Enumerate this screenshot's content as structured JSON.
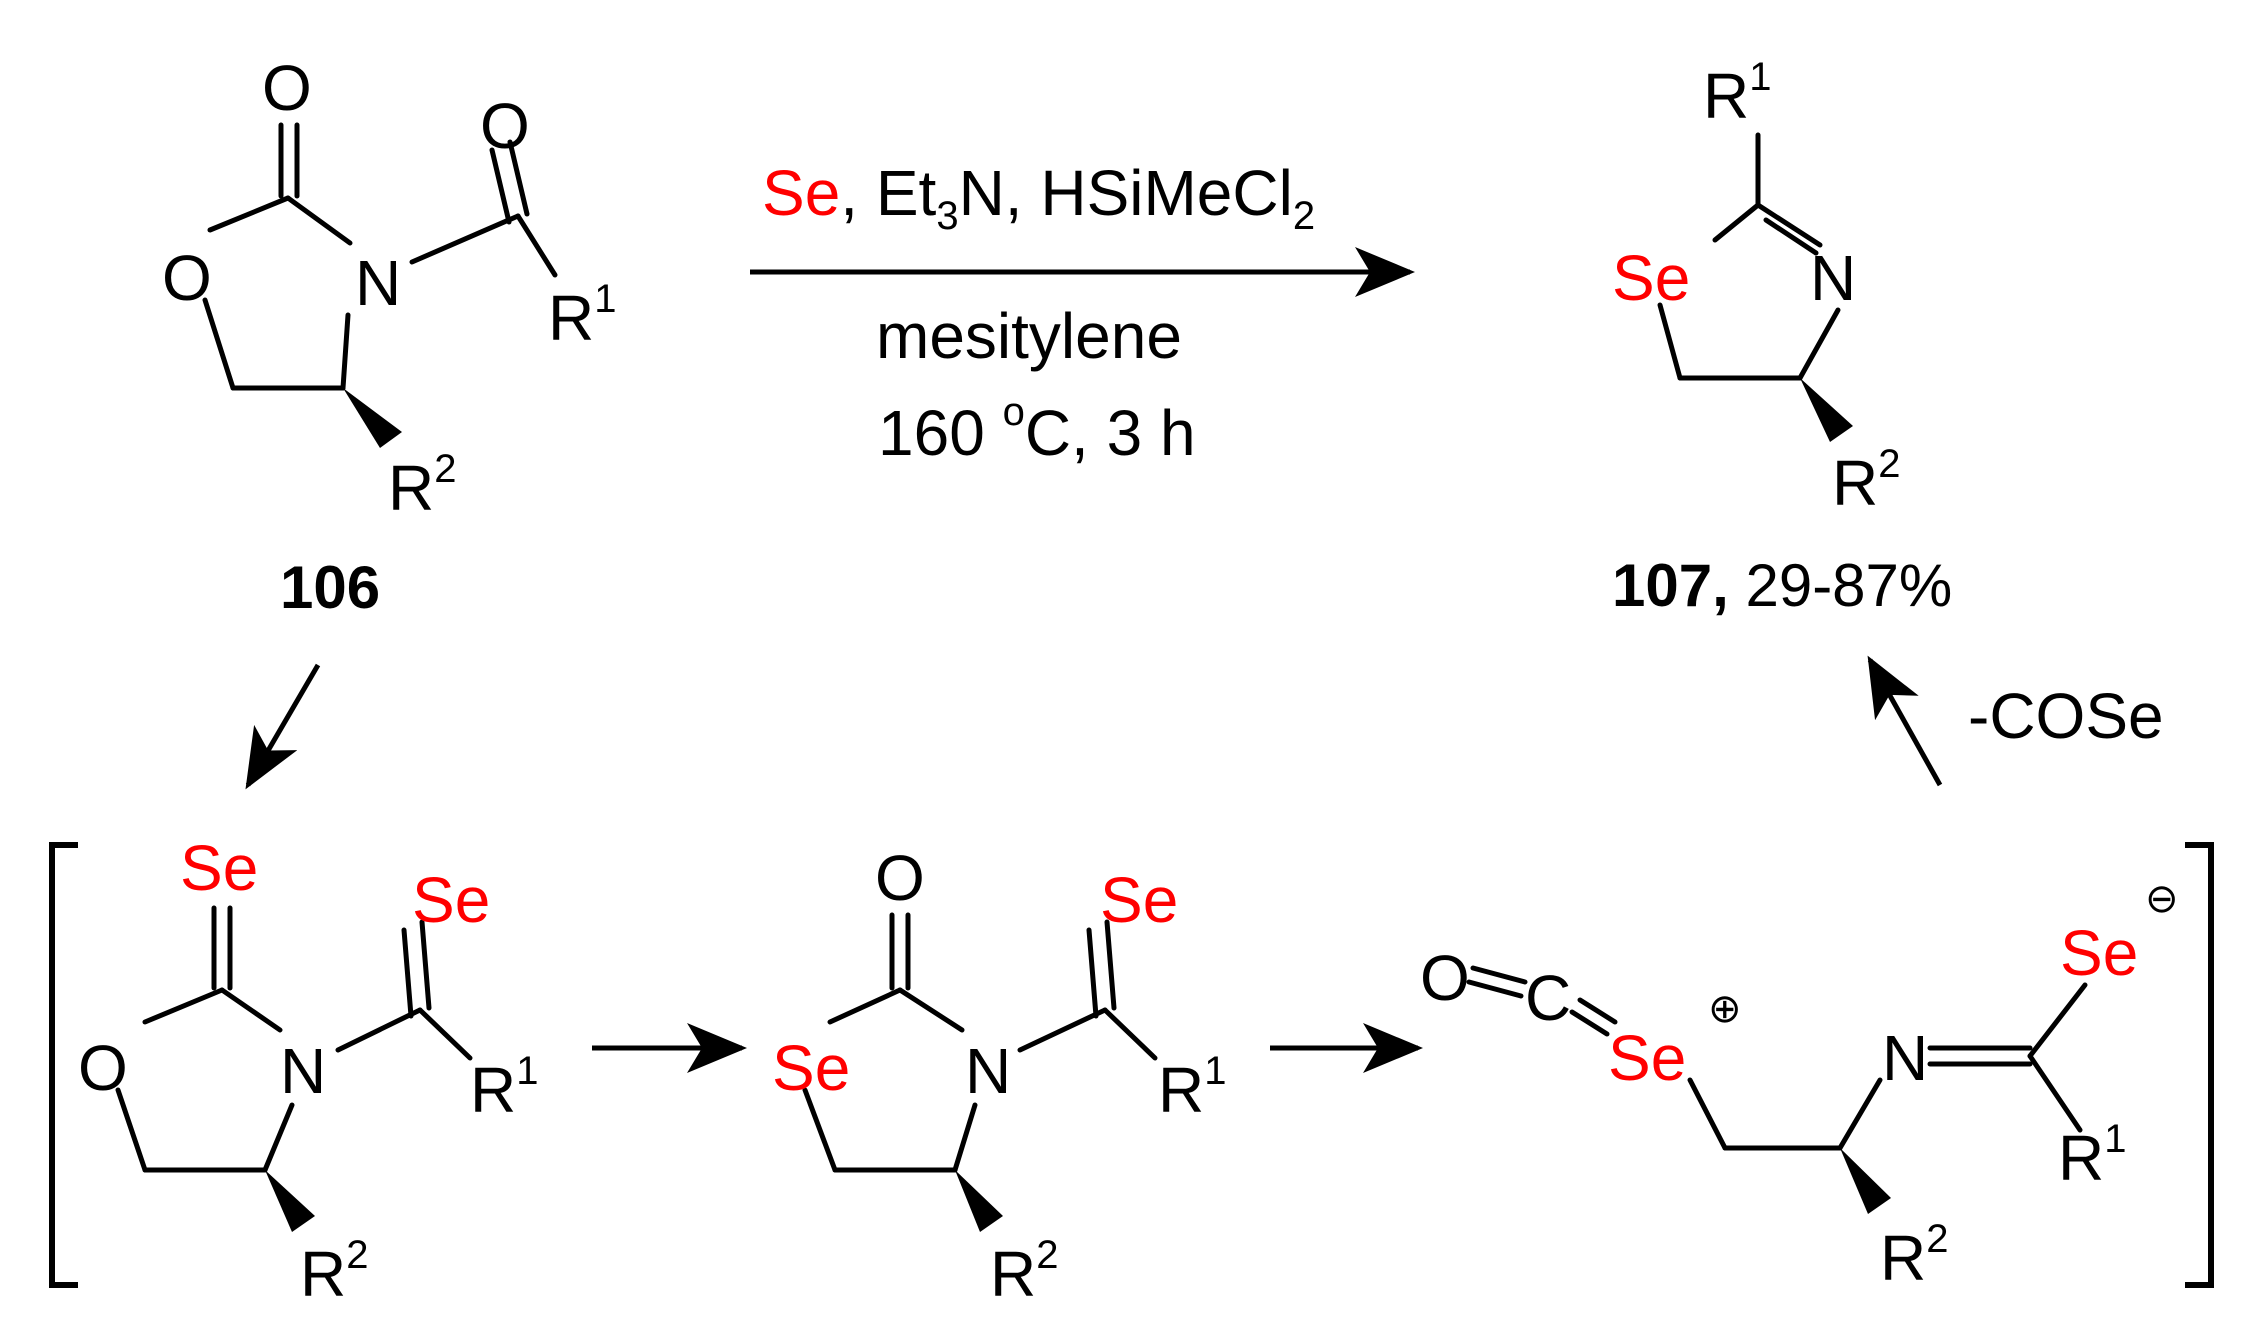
{
  "colors": {
    "selenium": "#ff0000",
    "default": "#000000"
  },
  "atoms": {
    "oxygen": "O",
    "nitrogen": "N",
    "carbon": "C",
    "selenium": "Se",
    "r": "R",
    "one": "1",
    "two": "2",
    "plus": "⊕",
    "minus": "⊖"
  },
  "compounds": {
    "starting_label": "106",
    "product_label": "107,",
    "product_yield": " 29-87%"
  },
  "conditions": {
    "reagent_se": "Se",
    "reagent_sep1": ", Et",
    "sub_3": "3",
    "reagent_sep2": "N, HSiMeCl",
    "sub_2": "2",
    "solvent": "mesitylene",
    "temp_value": "160 ",
    "temp_degree": "o",
    "temp_rest": "C, 3 h"
  },
  "byproduct": "-COSe"
}
